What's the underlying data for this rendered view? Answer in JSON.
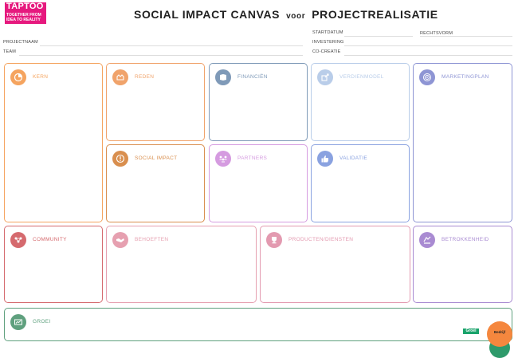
{
  "logo": {
    "name": "TAPTOO",
    "tagline": "TOGETHER FROM IDEA TO REALITY"
  },
  "title": {
    "part1": "SOCIAL IMPACT CANVAS",
    "voor": "voor",
    "part2": "PROJECTREALISATIE"
  },
  "fields": {
    "projectnaam": "PROJECTNAAM",
    "team": "TEAM",
    "startdatum": "STARTDATUM",
    "investering": "INVESTERING",
    "cocreatie": "CO-CREATIE",
    "rechtsvorm": "RECHTSVORM"
  },
  "blocks": {
    "kern": "KERN",
    "reden": "REDEN",
    "financien": "FINANCIËN",
    "verdienmodel": "VERDIENMODEL",
    "marketingplan": "MARKETINGPLAN",
    "social_impact": "SOCIAL IMPACT",
    "partners": "PARTNERS",
    "validatie": "VALIDATIE",
    "community": "COMMUNITY",
    "behoeften": "BEHOEFTEN",
    "producten": "PRODUCTEN/DIENSTEN",
    "betrokkenheid": "BETROKKENHEID",
    "groei": "GROEI"
  },
  "footer": {
    "tag": "Groei",
    "circle_label": "Bedrijf"
  },
  "colors": {
    "kern": "#f5a45f",
    "reden": "#f0a36b",
    "financien": "#7f9ab8",
    "verdienmodel": "#b9cde9",
    "marketingplan": "#8e95d4",
    "social_impact": "#d98f4f",
    "partners": "#d59be0",
    "validatie": "#8aa2e0",
    "community": "#d56a6e",
    "behoeften": "#e6a0b0",
    "producten": "#e39ab0",
    "betrokkenheid": "#a98bd2",
    "groei": "#5fa07e",
    "logo": "#e6197e"
  }
}
